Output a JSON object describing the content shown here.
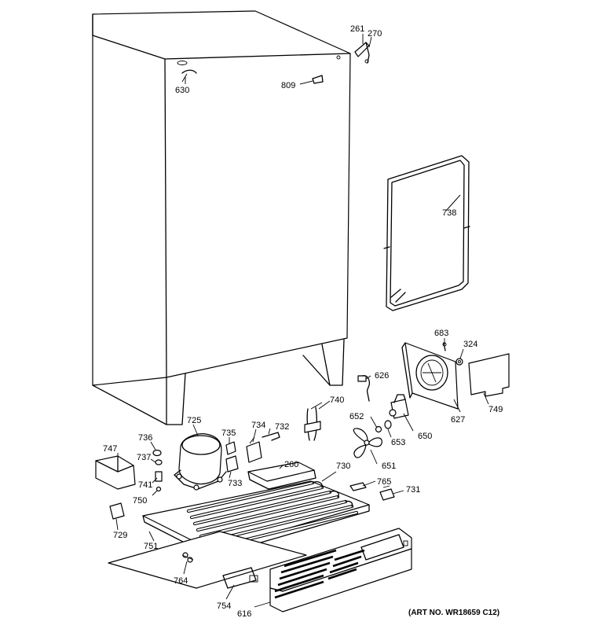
{
  "diagram": {
    "art_number": "(ART NO. WR18659 C12)",
    "parts": [
      {
        "id": "261",
        "label": "261"
      },
      {
        "id": "270",
        "label": "270"
      },
      {
        "id": "630",
        "label": "630"
      },
      {
        "id": "809",
        "label": "809"
      },
      {
        "id": "738",
        "label": "738"
      },
      {
        "id": "683",
        "label": "683"
      },
      {
        "id": "324",
        "label": "324"
      },
      {
        "id": "626",
        "label": "626"
      },
      {
        "id": "627",
        "label": "627"
      },
      {
        "id": "749",
        "label": "749"
      },
      {
        "id": "740",
        "label": "740"
      },
      {
        "id": "652",
        "label": "652"
      },
      {
        "id": "653",
        "label": "653"
      },
      {
        "id": "650",
        "label": "650"
      },
      {
        "id": "725",
        "label": "725"
      },
      {
        "id": "735",
        "label": "735"
      },
      {
        "id": "734",
        "label": "734"
      },
      {
        "id": "732",
        "label": "732"
      },
      {
        "id": "736",
        "label": "736"
      },
      {
        "id": "737",
        "label": "737"
      },
      {
        "id": "747",
        "label": "747"
      },
      {
        "id": "260",
        "label": "260"
      },
      {
        "id": "730",
        "label": "730"
      },
      {
        "id": "651",
        "label": "651"
      },
      {
        "id": "733",
        "label": "733"
      },
      {
        "id": "741",
        "label": "741"
      },
      {
        "id": "750",
        "label": "750"
      },
      {
        "id": "765",
        "label": "765"
      },
      {
        "id": "731",
        "label": "731"
      },
      {
        "id": "729",
        "label": "729"
      },
      {
        "id": "751",
        "label": "751"
      },
      {
        "id": "764",
        "label": "764"
      },
      {
        "id": "754",
        "label": "754"
      },
      {
        "id": "616",
        "label": "616"
      }
    ]
  }
}
